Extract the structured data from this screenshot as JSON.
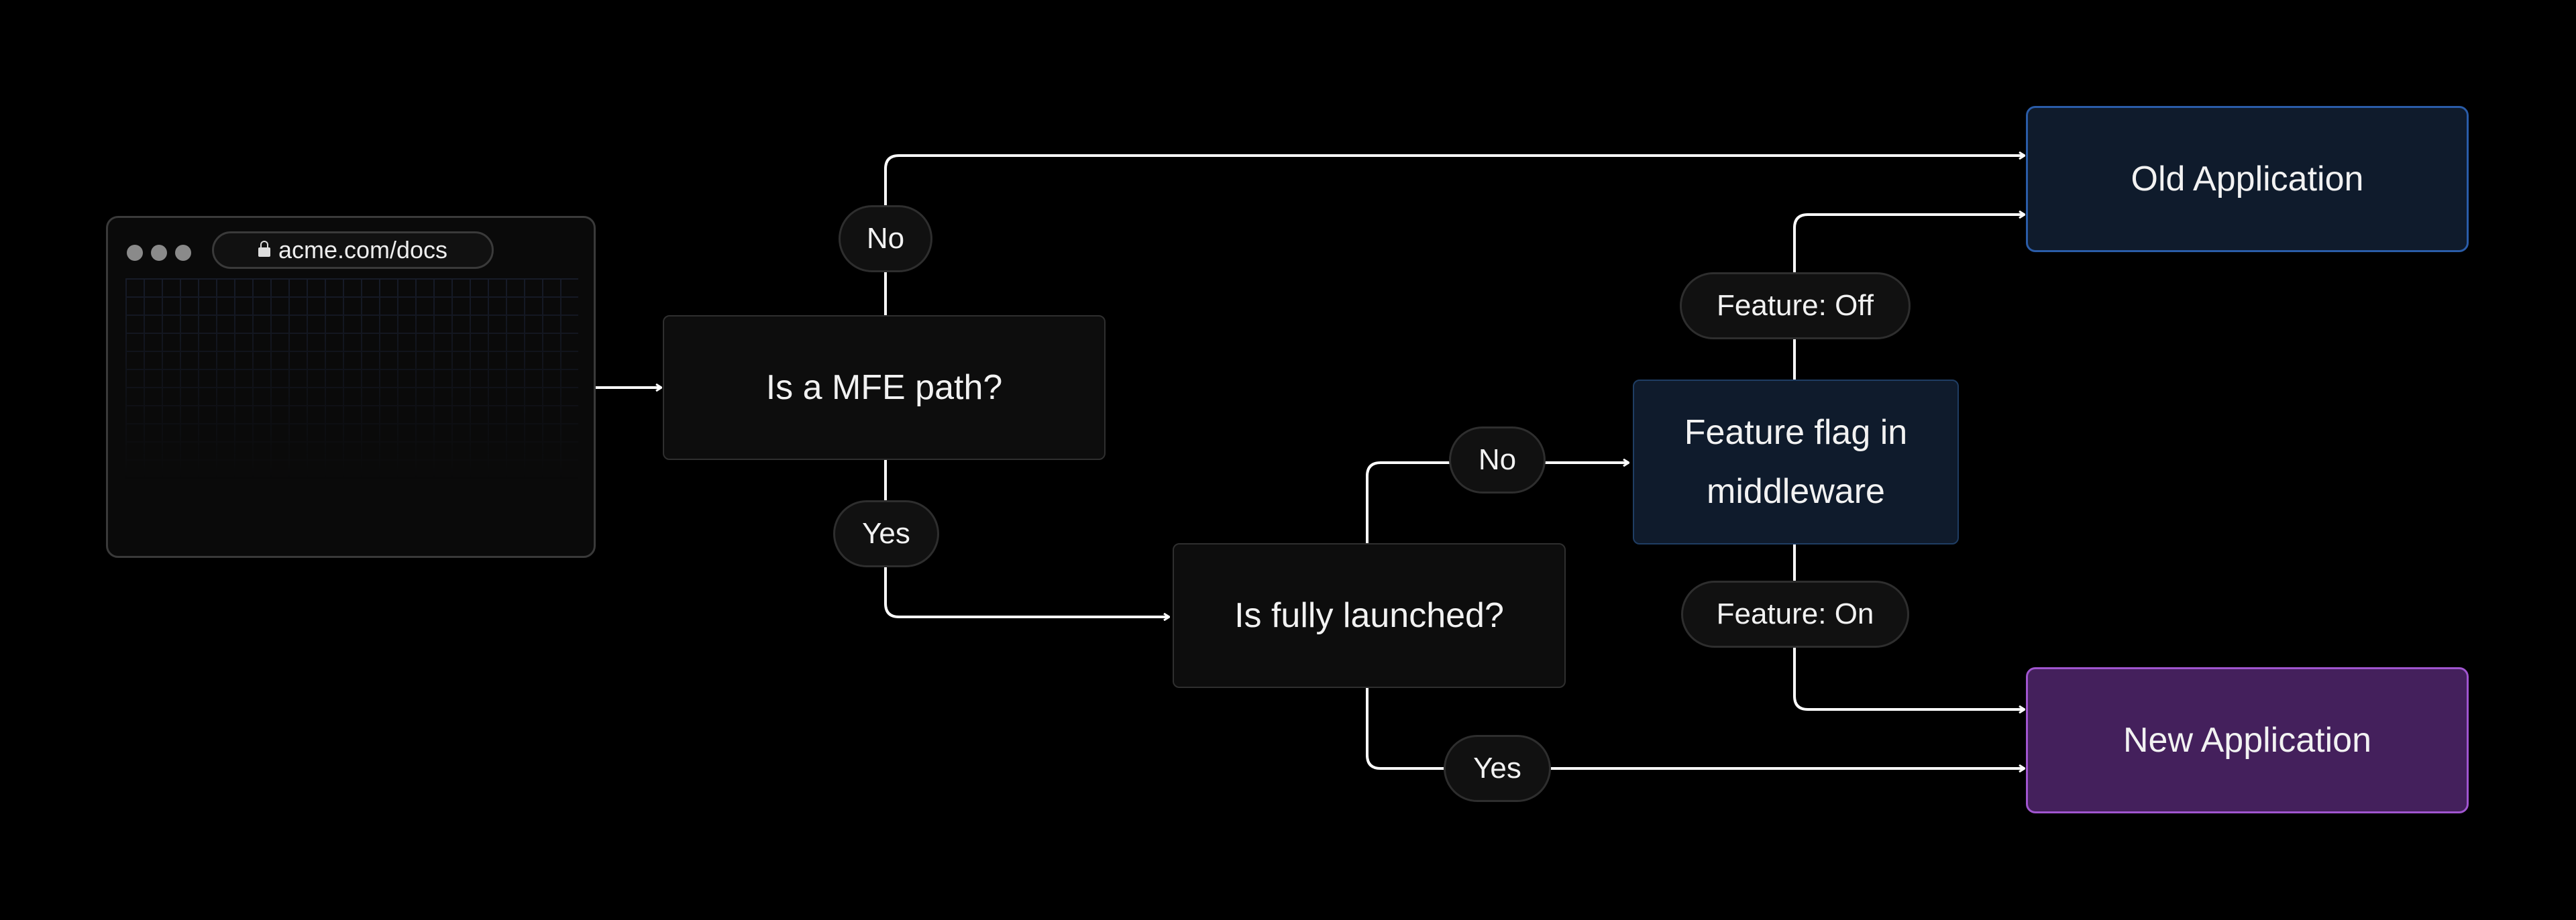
{
  "browser": {
    "url": "acme.com/docs"
  },
  "nodes": {
    "mfe_path": "Is a MFE path?",
    "fully_launched": "Is fully launched?",
    "feature_flag_line1": "Feature flag in",
    "feature_flag_line2": "middleware",
    "old_app": "Old Application",
    "new_app": "New Application"
  },
  "edge_labels": {
    "mfe_no": "No",
    "mfe_yes": "Yes",
    "launched_no": "No",
    "launched_yes": "Yes",
    "feature_off": "Feature: Off",
    "feature_on": "Feature: On"
  },
  "colors": {
    "background": "#000000",
    "connector": "#ffffff",
    "old_app_border": "#2a5ca8",
    "new_app_fill": "#44205c",
    "new_app_border": "#a055cf",
    "flag_fill": "#0f1b2c"
  },
  "icons": {
    "url_bar": "lock-icon",
    "window_controls": "traffic-light-dots"
  }
}
